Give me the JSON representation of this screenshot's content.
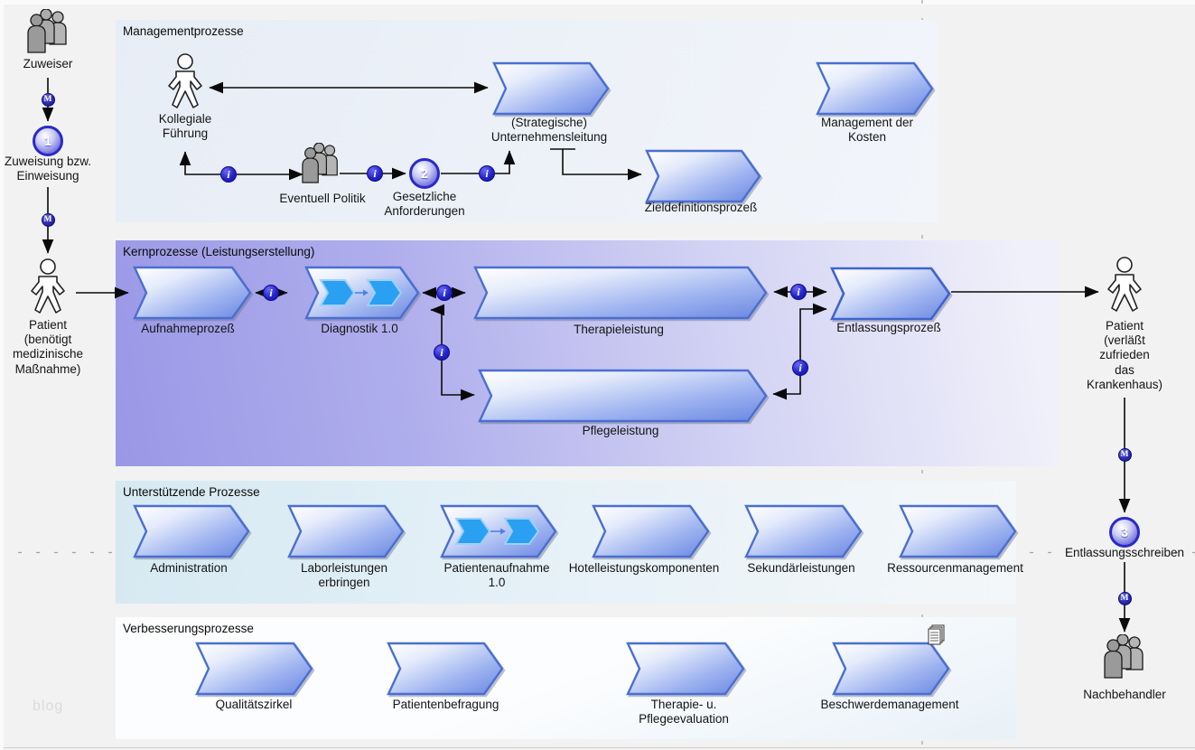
{
  "watermark": "blog",
  "icons": {
    "info": "i",
    "media": "M"
  },
  "events": {
    "n1": "1",
    "n2": "2",
    "n3": "3"
  },
  "left_flow": {
    "zuweiser": "Zuweiser",
    "zuweisung": "Zuweisung bzw.\nEinweisung",
    "patient_in": "Patient\n(benötigt\nmedizinische\nMaßnahme)"
  },
  "management": {
    "title": "Managementprozesse",
    "kollegiale": "Kollegiale\nFührung",
    "eventuell": "Eventuell Politik",
    "gesetzliche": "Gesetzliche\nAnforderungen",
    "strategische": "(Strategische)\nUnternehmensleitung",
    "zieldefinition": "Zieldefinitionsprozeß",
    "kosten": "Management der\nKosten"
  },
  "kern": {
    "title": "Kernprozesse (Leistungserstellung)",
    "aufnahme": "Aufnahmeprozeß",
    "diagnostik": "Diagnostik 1.0",
    "therapie": "Therapieleistung",
    "entlassung": "Entlassungsprozeß",
    "pflege": "Pflegeleistung"
  },
  "unterstuetzend": {
    "title": "Unterstützende Prozesse",
    "items": [
      "Administration",
      "Laborleistungen\nerbringen",
      "Patientenaufnahme\n1.0",
      "Hotelleistungskomponenten",
      "Sekundärleistungen",
      "Ressourcenmanagement"
    ]
  },
  "verbesserung": {
    "title": "Verbesserungsprozesse",
    "items": [
      "Qualitätszirkel",
      "Patientenbefragung",
      "Therapie- u.\nPflegeevaluation",
      "Beschwerdemanagement"
    ]
  },
  "right_flow": {
    "patient_out": "Patient\n(verläßt\nzufrieden\ndas\nKrankenhaus)",
    "entlassungsschreiben": "Entlassungsschreiben",
    "nachbehandler": "Nachbehandler"
  },
  "colors": {
    "chevron_border": "#4a6fd2",
    "chevron_fill_light": "#ffffff",
    "chevron_fill_dark": "#6a87e2",
    "subprocess_fill": "#2aa0f2",
    "kern_band_left": "#9a98e6",
    "kern_band_right": "#f0f0fa",
    "management_band": "#e9eef6",
    "support_band_left": "#d6e9f2",
    "badge_blue": "#2424c8",
    "page_bg": "#f2f2f2"
  }
}
